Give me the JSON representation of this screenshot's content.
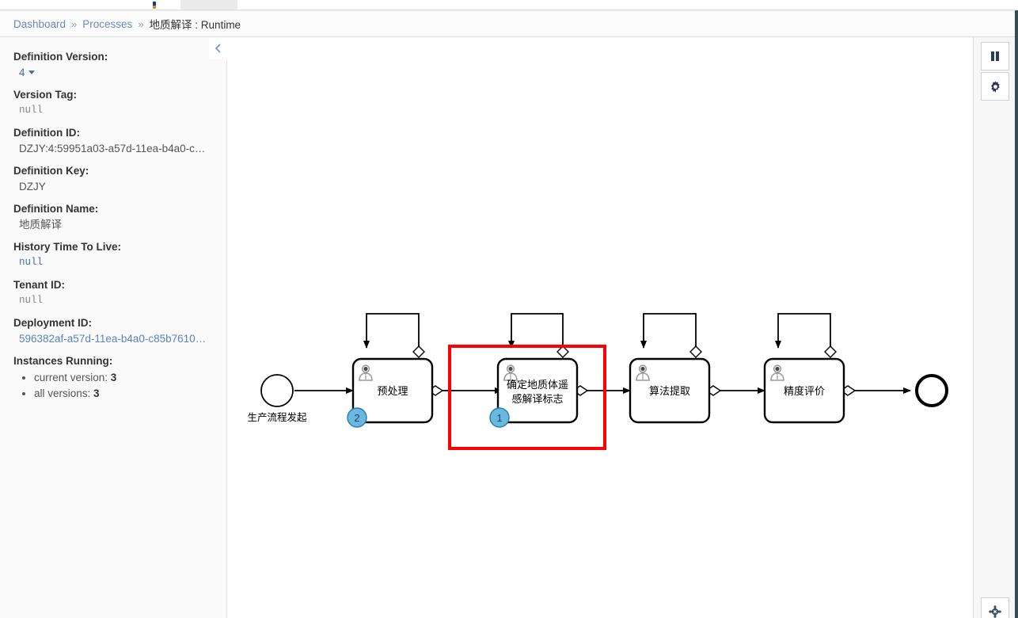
{
  "breadcrumb": {
    "items": [
      {
        "label": "Dashboard",
        "type": "link"
      },
      {
        "label": "Processes",
        "type": "link"
      },
      {
        "label": "地质解译 : Runtime",
        "type": "current"
      }
    ],
    "separator": "»"
  },
  "sidebar": {
    "collapse_icon": "chevron-left-icon",
    "properties": [
      {
        "key": "definition-version",
        "label": "Definition Version:",
        "value": "4",
        "style": "version-select"
      },
      {
        "key": "version-tag",
        "label": "Version Tag:",
        "value": "null",
        "style": "mono-null"
      },
      {
        "key": "definition-id",
        "label": "Definition ID:",
        "value": "DZJY:4:59951a03-a57d-11ea-b4a0-c…",
        "style": "plain"
      },
      {
        "key": "definition-key",
        "label": "Definition Key:",
        "value": "DZJY",
        "style": "plain"
      },
      {
        "key": "definition-name",
        "label": "Definition Name:",
        "value": "地质解译",
        "style": "plain"
      },
      {
        "key": "history-ttl",
        "label": "History Time To Live:",
        "value": "null",
        "style": "mono-blue"
      },
      {
        "key": "tenant-id",
        "label": "Tenant ID:",
        "value": "null",
        "style": "mono-null"
      },
      {
        "key": "deployment-id",
        "label": "Deployment ID:",
        "value": "596382af-a57d-11ea-b4a0-c85b7610…",
        "style": "link"
      }
    ],
    "instances_running": {
      "label": "Instances Running:",
      "items": [
        {
          "text": "current version: ",
          "count": "3"
        },
        {
          "text": "all versions: ",
          "count": "3"
        }
      ]
    }
  },
  "toolbar": {
    "pause_label": "pause-icon",
    "settings_label": "gear-icon",
    "recenter_label": "recenter-icon"
  },
  "diagram": {
    "type": "bpmn",
    "start_event": {
      "id": "start",
      "label": "生产流程发起"
    },
    "tasks": [
      {
        "id": "task-preprocess",
        "label": "预处理",
        "badge": "2",
        "icon": "user-task-icon",
        "selected": false
      },
      {
        "id": "task-identify-marks",
        "label": "确定地质体遥\n感解译标志",
        "label_line1": "确定地质体遥",
        "label_line2": "感解译标志",
        "badge": "1",
        "icon": "user-task-icon",
        "selected": true
      },
      {
        "id": "task-algorithm-extract",
        "label": "算法提取",
        "badge": "",
        "icon": "user-task-icon",
        "selected": false
      },
      {
        "id": "task-accuracy-eval",
        "label": "精度评价",
        "badge": "",
        "icon": "user-task-icon",
        "selected": false
      }
    ],
    "end_event": {
      "id": "end",
      "label": ""
    },
    "colors": {
      "selection": "#fb0007",
      "badge_fill": "#6ab7e0",
      "badge_stroke": "#2a7fa8",
      "badge_text": "#1a4f6e",
      "stroke": "#000000",
      "label_text": "#000000"
    }
  }
}
